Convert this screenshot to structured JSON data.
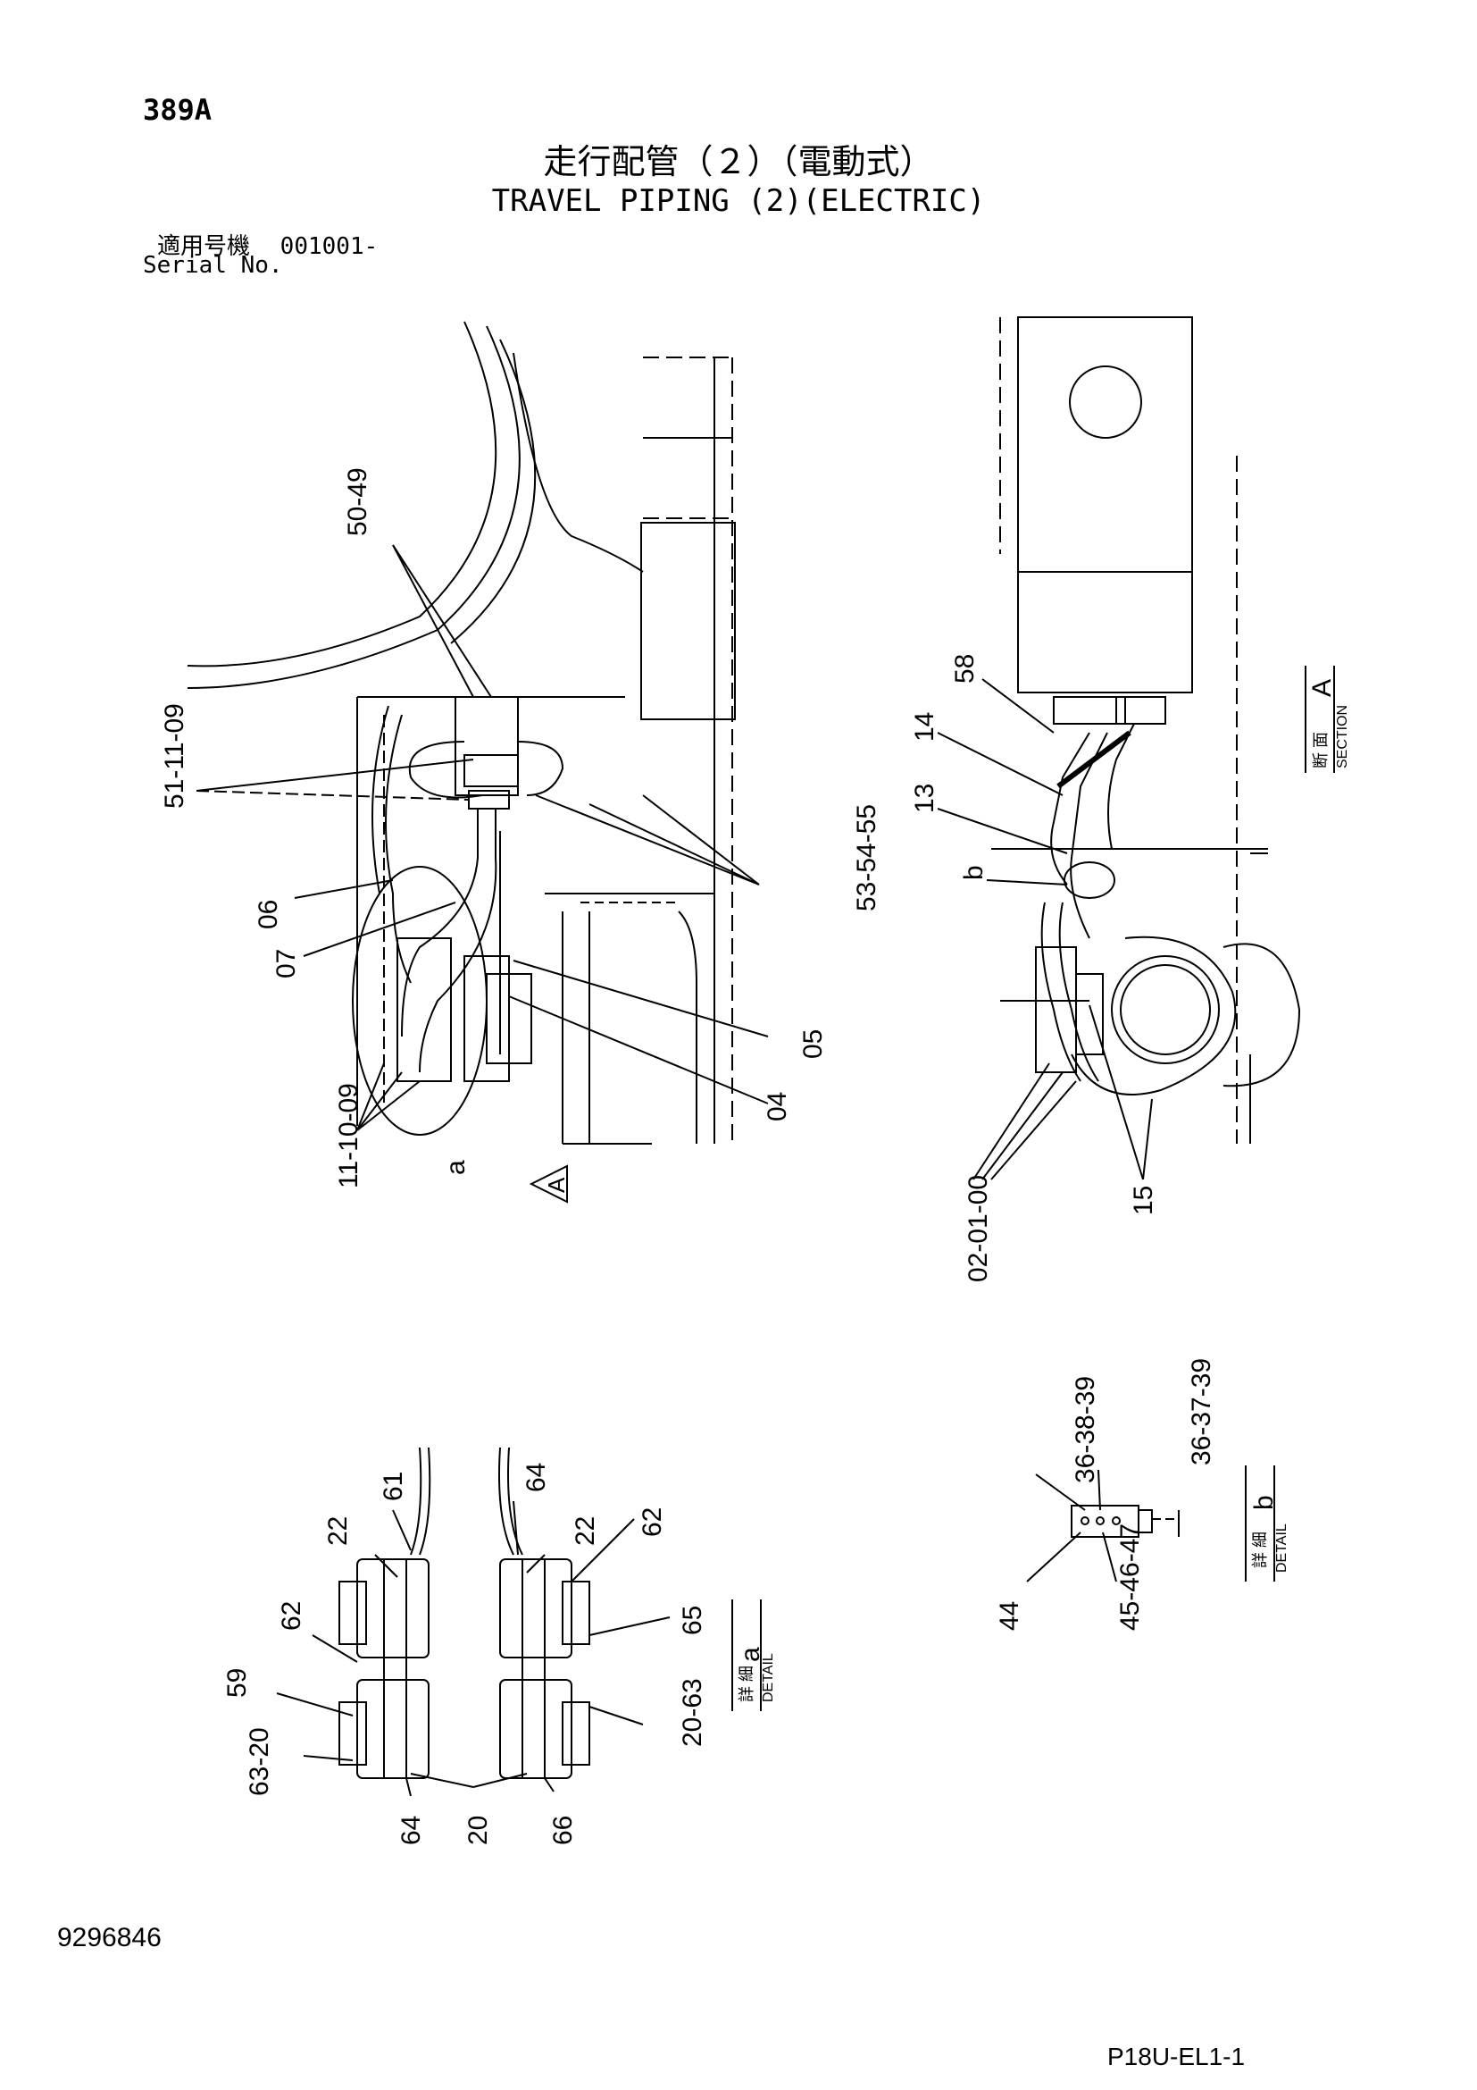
{
  "header": {
    "page_code": "389A",
    "title_jp": "走行配管（２）（電動式）",
    "title_en": "TRAVEL PIPING (2)(ELECTRIC)",
    "serial_label_jp": "適用号機",
    "serial_value": "001001-",
    "serial_label_en": "Serial No."
  },
  "views": {
    "main": {
      "labels": [
        "50-49",
        "51-11-09",
        "06",
        "07",
        "53-54-55",
        "05",
        "04",
        "11-10-09",
        "a"
      ],
      "view_marker": "A"
    },
    "section_a": {
      "title_jp": "断 面",
      "title_en": "SECTION",
      "letter": "A",
      "labels": [
        "58",
        "14",
        "13",
        "b",
        "02-01-00",
        "15"
      ]
    },
    "detail_a": {
      "title_jp": "詳 細",
      "title_en": "DETAIL",
      "letter": "a",
      "labels": [
        "61",
        "22",
        "62",
        "59",
        "63-20",
        "64",
        "20",
        "64",
        "22",
        "62",
        "65",
        "20-63",
        "66"
      ]
    },
    "detail_b": {
      "title_jp": "詳 細",
      "title_en": "DETAIL",
      "letter": "b",
      "labels": [
        "36-38-39",
        "36-37-39",
        "44",
        "45-46-47"
      ]
    }
  },
  "footer": {
    "doc_number": "9296846",
    "sheet_code": "P18U-EL1-1"
  }
}
